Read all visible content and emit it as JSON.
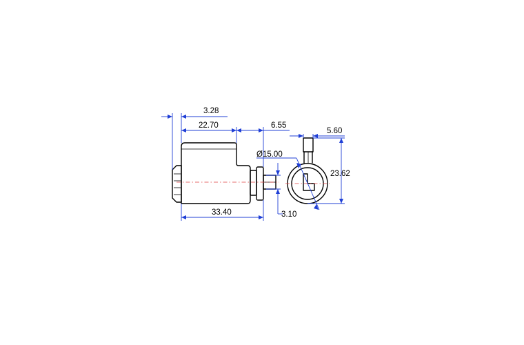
{
  "dimensions": {
    "d_3_28": "3.28",
    "d_22_70": "22.70",
    "d_6_55": "6.55",
    "d_5_60": "5.60",
    "d_15_00": "Ø15.00",
    "d_23_62": "23.62",
    "d_33_40": "33.40",
    "d_3_10": "3.10"
  },
  "colors": {
    "part_outline": "#000000",
    "dimension_line": "#1f3fd6",
    "center_line": "#e04040",
    "background": "#ffffff"
  }
}
